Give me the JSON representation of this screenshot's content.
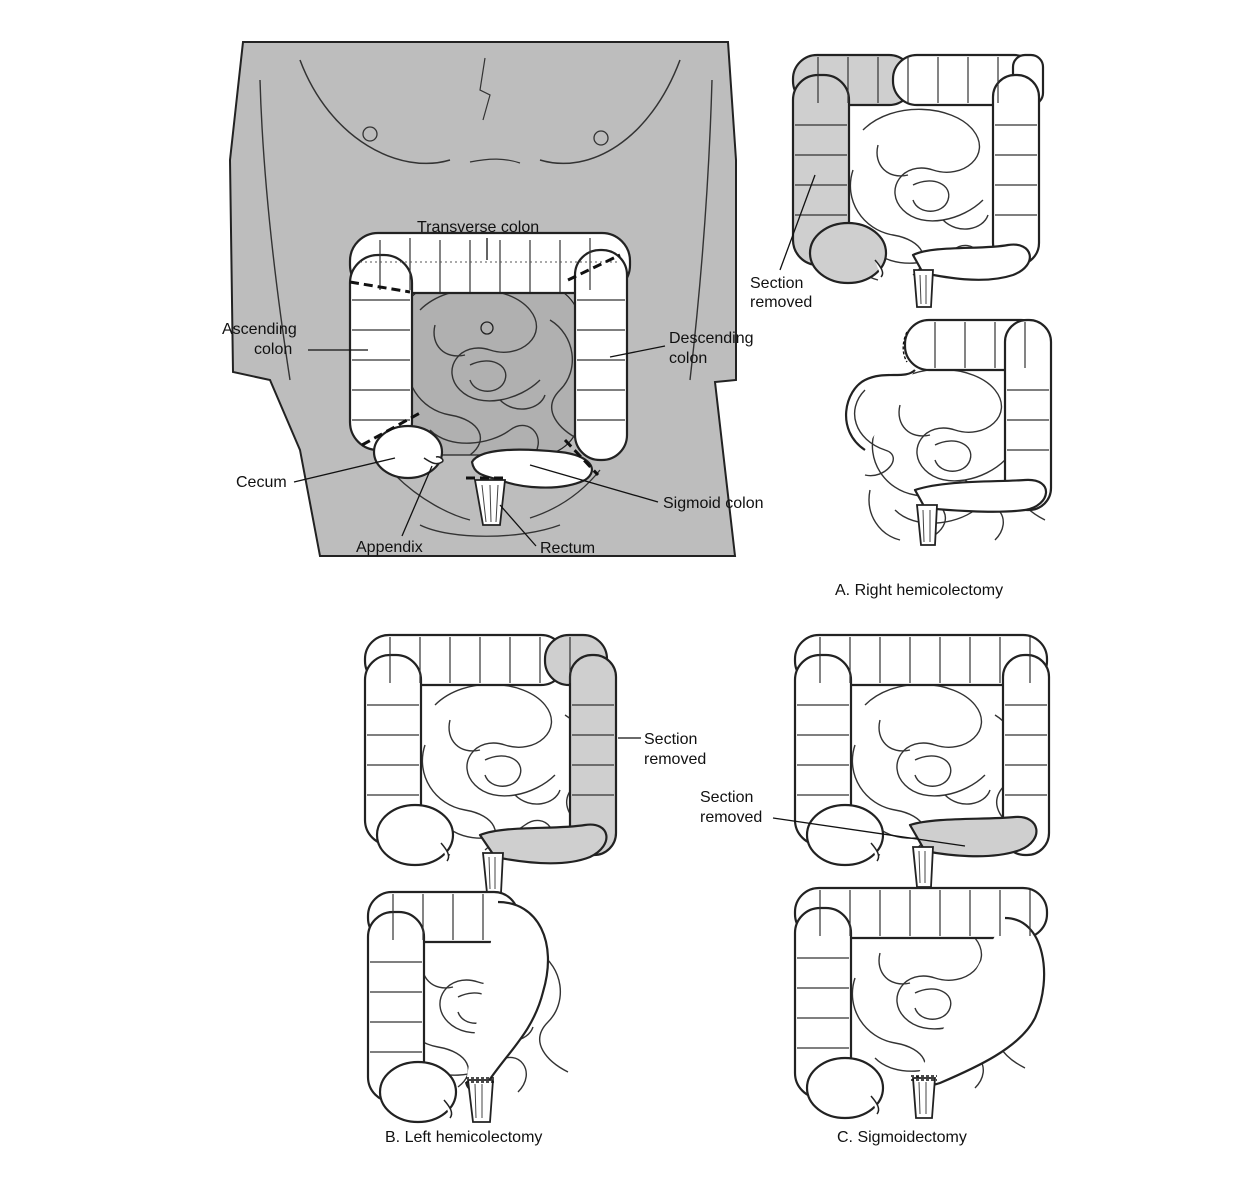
{
  "labels": {
    "transverse": "Transverse colon",
    "ascending_1": "Ascending",
    "ascending_2": "colon",
    "descending_1": "Descending",
    "descending_2": "colon",
    "cecum": "Cecum",
    "appendix": "Appendix",
    "sigmoid": "Sigmoid colon",
    "rectum": "Rectum",
    "section_1": "Section",
    "section_2": "removed"
  },
  "captions": {
    "a": "A. Right hemicolectomy",
    "b": "B. Left hemicolectomy",
    "c": "C. Sigmoidectomy"
  },
  "colors": {
    "removed_section": "#cfcfcf",
    "torso": "#bdbdbd",
    "outline": "#222222"
  }
}
